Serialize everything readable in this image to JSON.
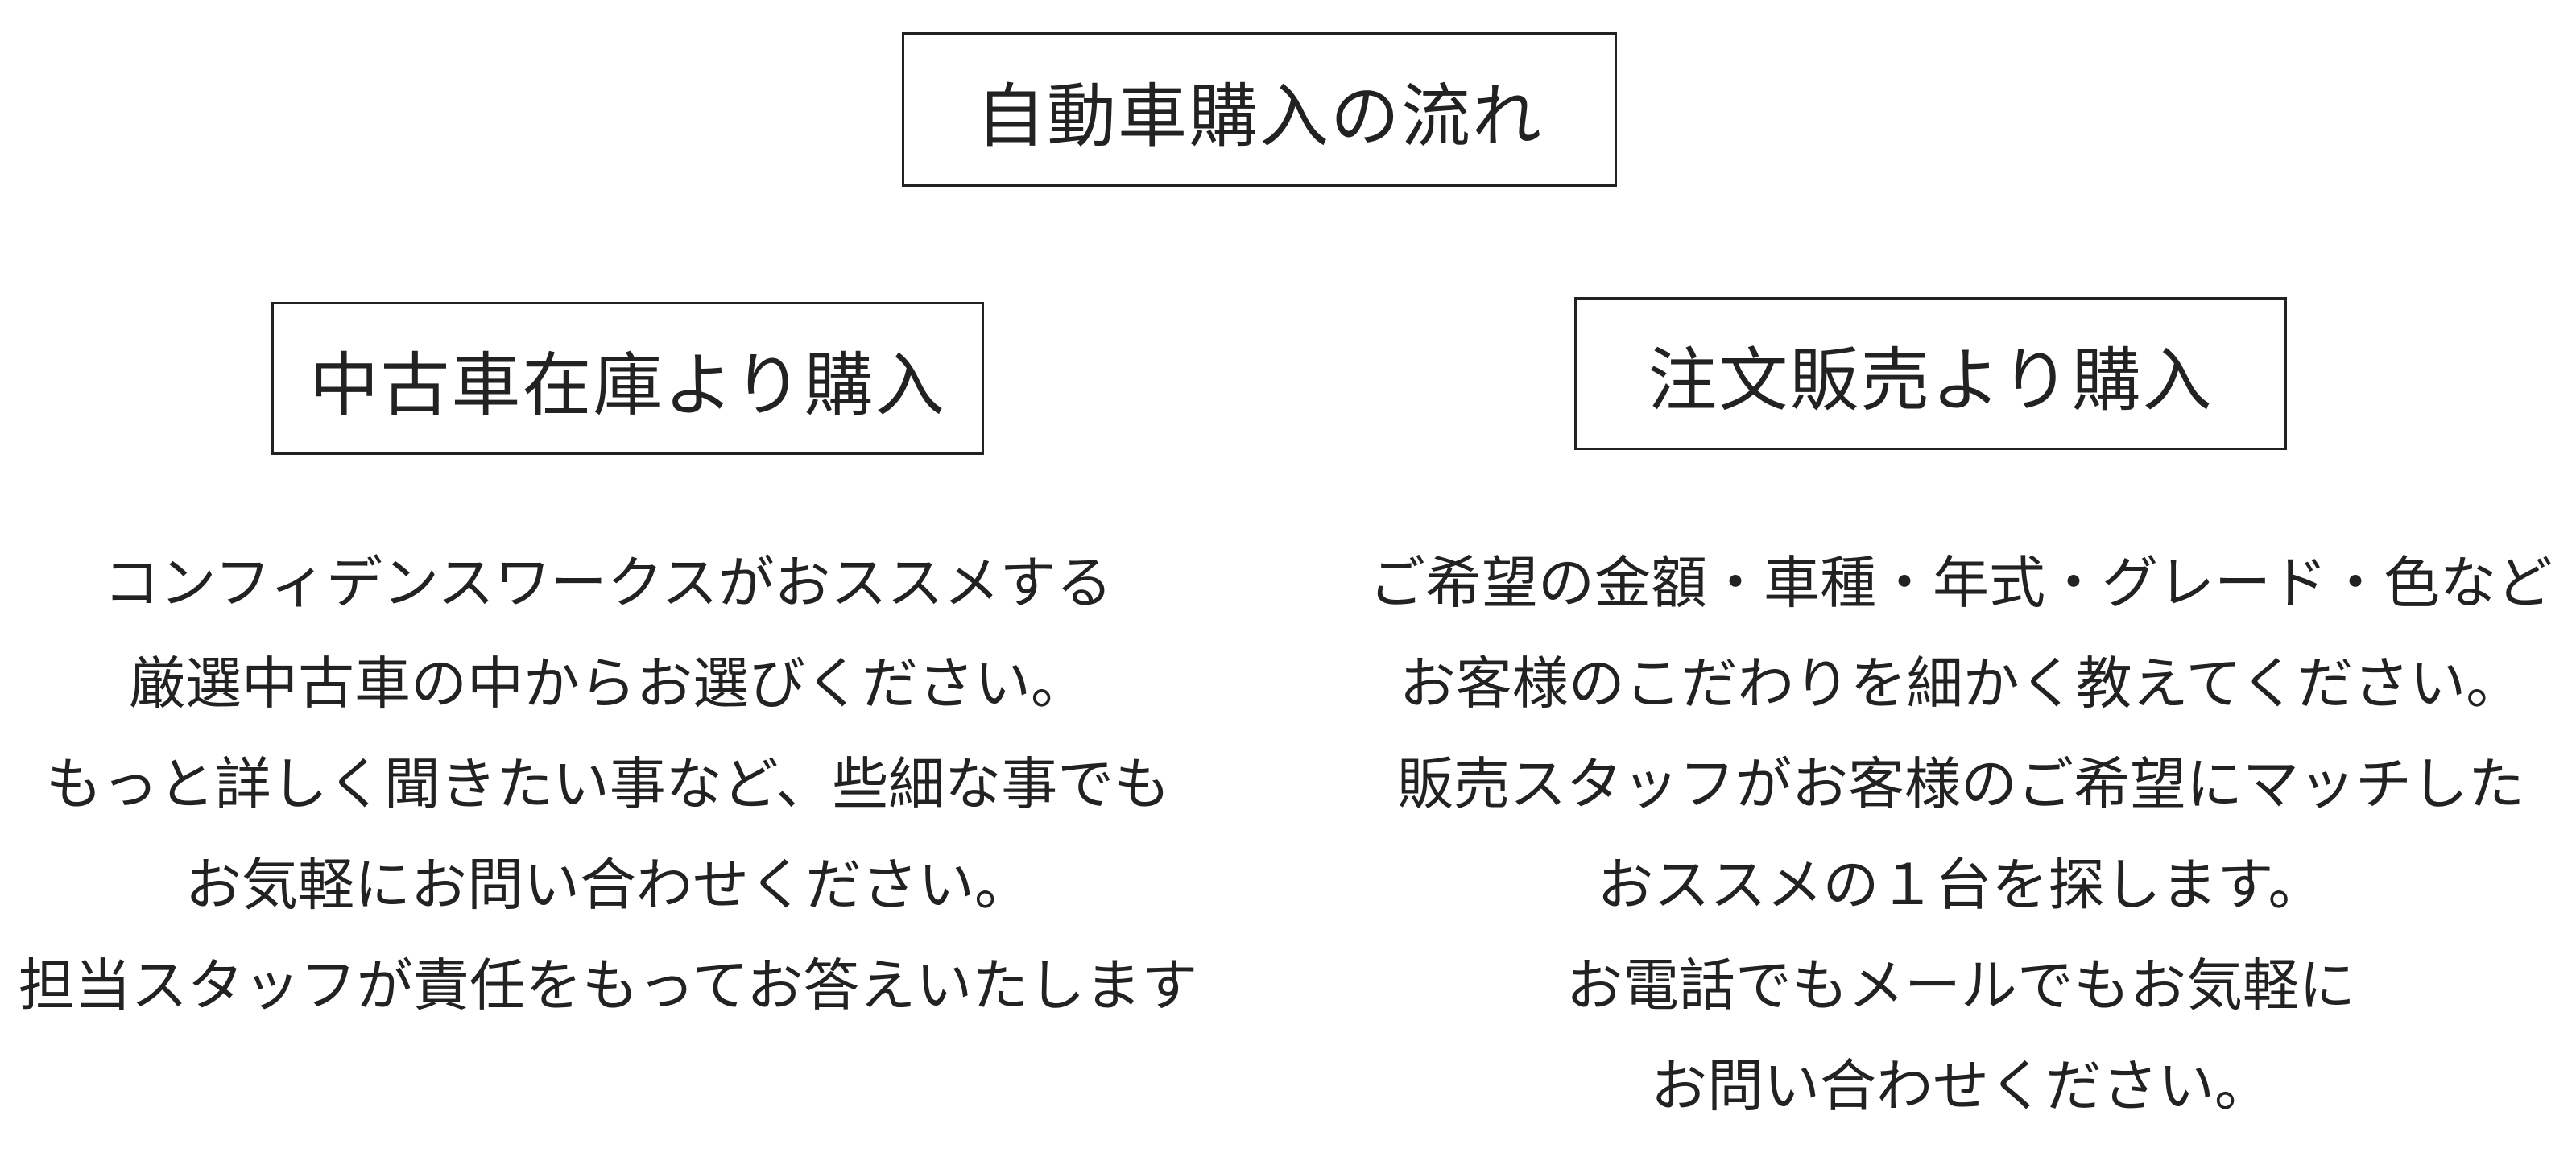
{
  "title": "自動車購入の流れ",
  "left": {
    "heading": "中古車在庫より購入",
    "lines": [
      "コンフィデンスワークスがおススメする",
      "厳選中古車の中からお選びください。",
      "もっと詳しく聞きたい事など、些細な事でも",
      "お気軽にお問い合わせください。",
      "担当スタッフが責任をもってお答えいたします"
    ]
  },
  "right": {
    "heading": "注文販売より購入",
    "lines": [
      "ご希望の金額・車種・年式・グレード・色など",
      "お客様のこだわりを細かく教えてください。",
      "販売スタッフがお客様のご希望にマッチした",
      "おススメの１台を探します。",
      "お電話でもメールでもお気軽に",
      "お問い合わせください。"
    ]
  }
}
